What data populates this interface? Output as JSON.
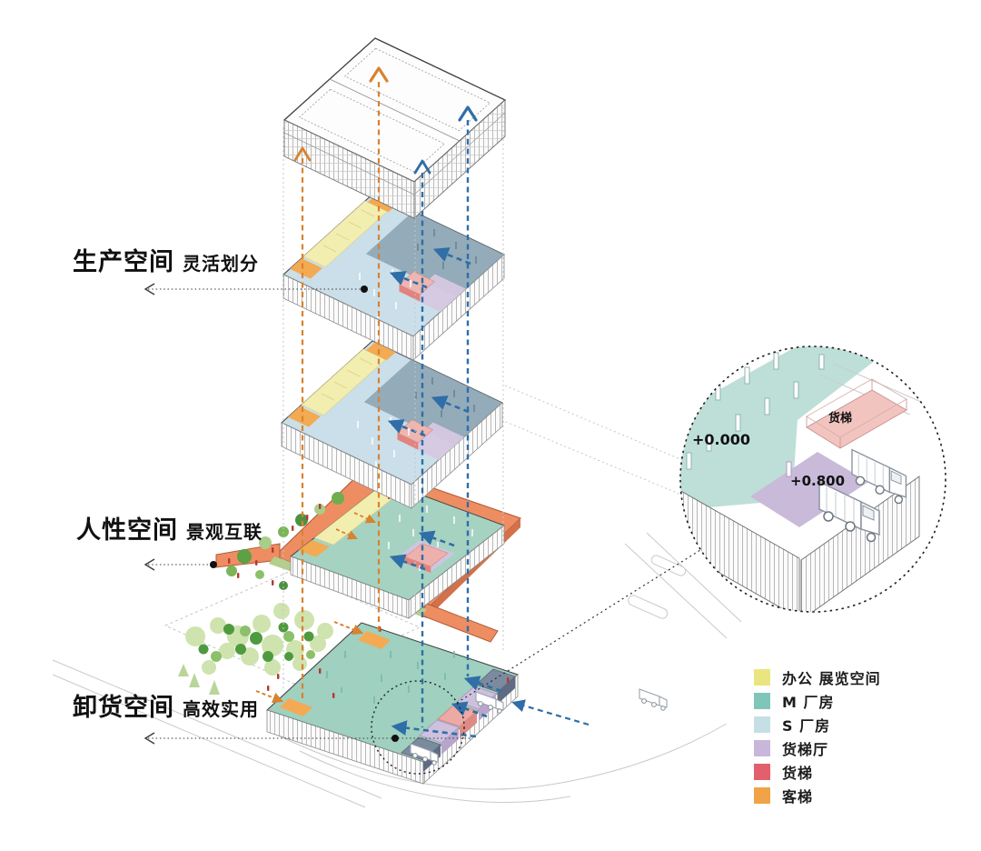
{
  "sections": [
    {
      "title": "生产空间",
      "subtitle": "灵活划分"
    },
    {
      "title": "人性空间",
      "subtitle": "景观互联"
    },
    {
      "title": "卸货空间",
      "subtitle": "高效实用"
    }
  ],
  "detail": {
    "level_main": "+0.000",
    "level_dock": "+0.800",
    "room_label": "货梯"
  },
  "legend": {
    "items": [
      {
        "label": "办公 展览空间",
        "color": "#ebe57f"
      },
      {
        "label": "M 厂房",
        "color": "#7fc6b9"
      },
      {
        "label": "S 厂房",
        "color": "#c4e0e4"
      },
      {
        "label": "货梯厅",
        "color": "#c8b7da"
      },
      {
        "label": "货梯",
        "color": "#e2606b"
      },
      {
        "label": "客梯",
        "color": "#f0a347"
      }
    ]
  },
  "colors": {
    "flow_orange": "#d9822f",
    "flow_blue": "#2f6ea6",
    "deck_orange": "#ee8d62",
    "floor_teal": "#9fd0c0",
    "floor_light_blue": "#cadfe9",
    "floor_slate": "#8ba2b2",
    "floor_yellow": "#f2eeb0"
  }
}
